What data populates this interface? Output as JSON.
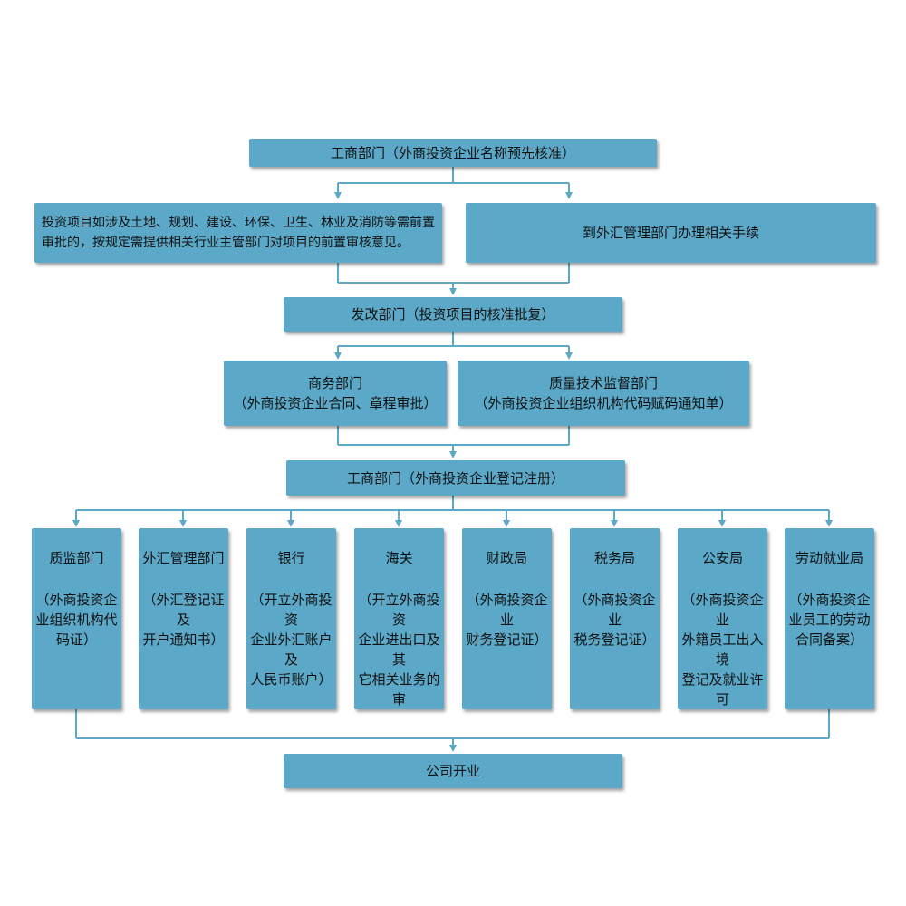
{
  "nodes": {
    "aic_name": "工商部门（外商投资企业名称预先核准）",
    "pre_review": "投资项目如涉及土地、规划、建设、环保、卫生、林业及消防等需前置\n审批的，按规定需提供相关行业主管部门对项目的前置审核意见。",
    "forex_proc": "到外汇管理部门办理相关手续",
    "ndrc": "发改部门（投资项目的核准批复）",
    "commerce": "商务部门\n（外商投资企业合同、章程审批）",
    "quality_tech": "质量技术监督部门\n（外商投资企业组织机构代码赋码通知单）",
    "aic_register": "工商部门（外商投资企业登记注册）",
    "opening": "公司开业"
  },
  "columns": [
    {
      "title": "质监部门",
      "detail": "（外商投资企\n业组织机构代\n码证）"
    },
    {
      "title": "外汇管理部门",
      "detail": "（外汇登记证及\n开户通知书）"
    },
    {
      "title": "银行",
      "detail": "（开立外商投资\n企业外汇账户及\n人民币账户）"
    },
    {
      "title": "海关",
      "detail": "（开立外商投资\n企业进出口及其\n它相关业务的审\n核备案）"
    },
    {
      "title": "财政局",
      "detail": "（外商投资企业\n财务登记证）"
    },
    {
      "title": "税务局",
      "detail": "（外商投资企业\n税务登记证）"
    },
    {
      "title": "公安局",
      "detail": "（外商投资企业\n外籍员工出入境\n登记及就业许可\n证）"
    },
    {
      "title": "劳动就业局",
      "detail": "（外商投资企\n业员工的劳动\n合同备案）"
    }
  ],
  "colors": {
    "box": "#5ba8c8",
    "connector": "#5ba8c8",
    "text": "#111111"
  }
}
